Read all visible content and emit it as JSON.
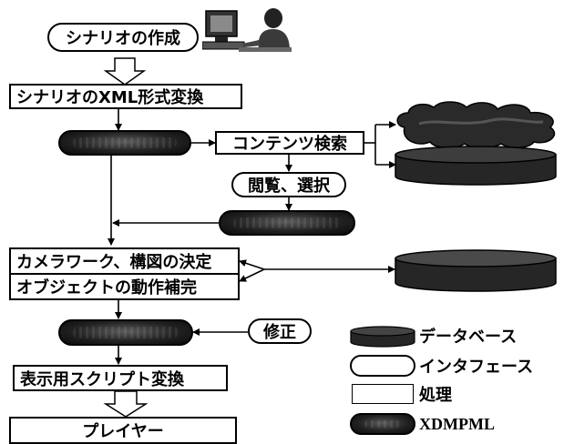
{
  "nodes": {
    "scenario_create": "シナリオの作成",
    "xml_convert": "シナリオのXML形式変換",
    "content_search": "コンテンツ検索",
    "browse_select": "閲覧、選択",
    "camera_work": "カメラワーク、構図の決定",
    "object_motion": "オブジェクトの動作補完",
    "fix": "修正",
    "script_convert": "表示用スクリプト変換",
    "player": "プレイヤー"
  },
  "legend": {
    "database": "データベース",
    "interface": "インタフェース",
    "process": "処理",
    "xdmpml": "XDMPML"
  }
}
